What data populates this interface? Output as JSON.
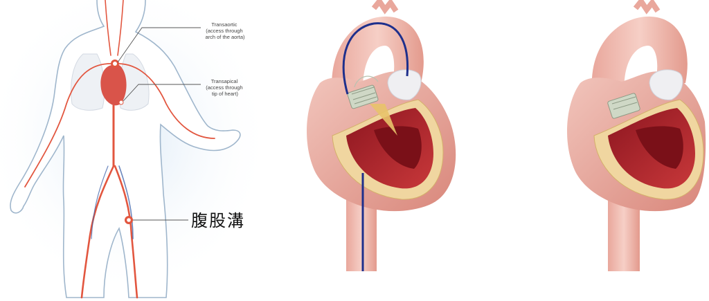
{
  "figure": {
    "panel1": {
      "label_transaortic": [
        "Transaortic",
        "(access through",
        "arch of the aorta)"
      ],
      "label_transapical": [
        "Transapical",
        "(access through",
        "tip of heart)"
      ],
      "label_groin": "腹股溝"
    }
  },
  "colors": {
    "body_outline": "#9fb6cc",
    "body_glow": "#dbe9f6",
    "artery": "#e2563f",
    "vein": "#3a5fa8",
    "heart": "#d9544a",
    "myocardium": "#b3262a",
    "pericardium": "#f0d6a0",
    "valve_stent": "#cfd8c6",
    "catheter": "#1e2f8c"
  }
}
